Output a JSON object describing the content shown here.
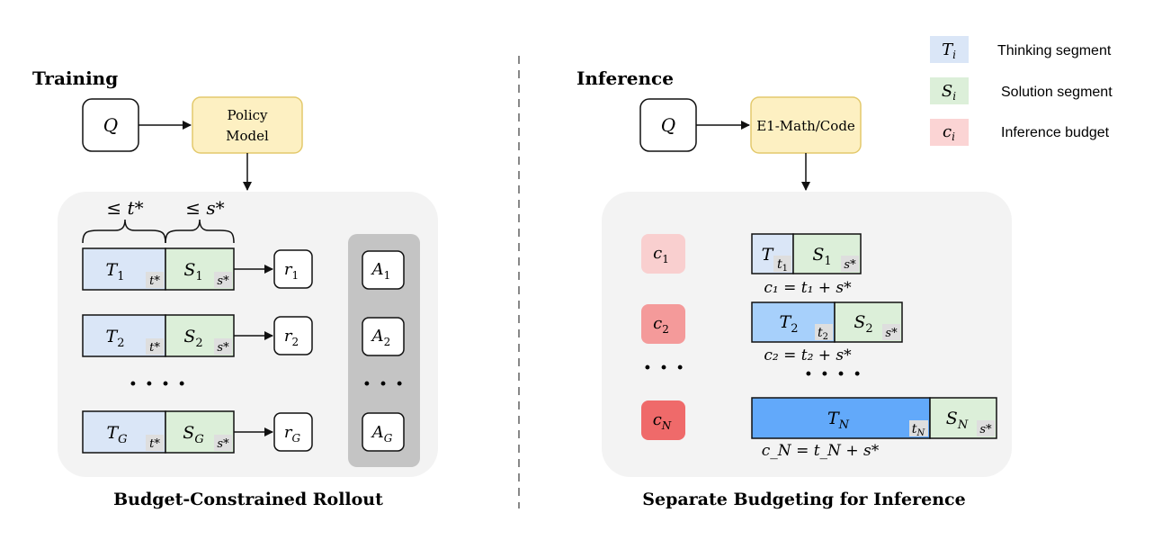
{
  "training": {
    "heading": "Training",
    "query": "Q",
    "policy_model": [
      "Policy",
      "Model"
    ],
    "brace_t": "≤ t*",
    "brace_s": "≤ s*",
    "rows": [
      {
        "T": "T",
        "Tsub": "1",
        "S": "S",
        "Ssub": "1",
        "t": "t*",
        "s": "s*",
        "r": "r",
        "rsub": "1",
        "A": "A",
        "Asub": "1"
      },
      {
        "T": "T",
        "Tsub": "2",
        "S": "S",
        "Ssub": "2",
        "t": "t*",
        "s": "s*",
        "r": "r",
        "rsub": "2",
        "A": "A",
        "Asub": "2"
      },
      {
        "T": "T",
        "Tsub": "G",
        "S": "S",
        "Ssub": "G",
        "t": "t*",
        "s": "s*",
        "r": "r",
        "rsub": "G",
        "A": "A",
        "Asub": "G"
      }
    ],
    "ellipsis_rows": "· · · ·",
    "ellipsis_adv": "· · ·",
    "caption": "Budget-Constrained Rollout"
  },
  "inference": {
    "heading": "Inference",
    "query": "Q",
    "model": "E1-Math/Code",
    "budgets": [
      {
        "c": "c",
        "csub": "1",
        "color": "#f9cfcf"
      },
      {
        "c": "c",
        "csub": "2",
        "color": "#f49a9a"
      },
      {
        "c": "c",
        "csub": "N",
        "color": "#ef6a6a"
      }
    ],
    "rows": [
      {
        "T": "T",
        "t": "t",
        "tsub": "1",
        "S": "S",
        "Ssub": "1",
        "s": "s*",
        "eq": "c₁ = t₁ + s*"
      },
      {
        "T": "T",
        "Tsub": "2",
        "t": "t",
        "tsub": "2",
        "S": "S",
        "Ssub": "2",
        "s": "s*",
        "eq": "c₂ = t₂ + s*"
      },
      {
        "T": "T",
        "Tsub": "N",
        "t": "t",
        "tsub": "N",
        "S": "S",
        "Ssub": "N",
        "s": "s*",
        "eq": "c_N = t_N + s*"
      }
    ],
    "ellipsis_left": "· · ·",
    "ellipsis_right": "· · · ·",
    "caption": "Separate Budgeting for Inference"
  },
  "legend": [
    {
      "sym": "T",
      "sub": "i",
      "label": "Thinking segment",
      "color": "#dae6f7"
    },
    {
      "sym": "S",
      "sub": "i",
      "label": "Solution segment",
      "color": "#dcefd9"
    },
    {
      "sym": "c",
      "sub": "i",
      "label": "Inference budget",
      "color": "#fbd4d4"
    }
  ],
  "colors": {
    "thinking": "#dae6f7",
    "solution": "#dcefd9",
    "policy": "#fdf0c2",
    "panel": "#f3f3f3",
    "adv_col": "#c4c4c4",
    "thinking_mid": "#a7d0fb",
    "thinking_long": "#62a9fa"
  }
}
